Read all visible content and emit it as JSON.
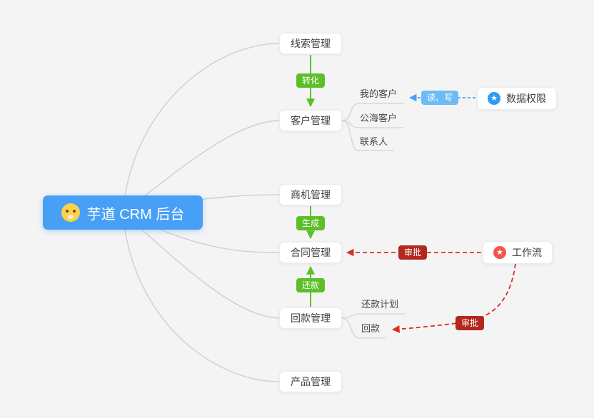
{
  "root": {
    "label": "芋道 CRM 后台"
  },
  "modules": {
    "leads": {
      "label": "线索管理"
    },
    "customers": {
      "label": "客户管理"
    },
    "opportunities": {
      "label": "商机管理"
    },
    "contracts": {
      "label": "合同管理"
    },
    "payments": {
      "label": "回款管理"
    },
    "products": {
      "label": "产品管理"
    }
  },
  "customers_children": [
    {
      "label": "我的客户"
    },
    {
      "label": "公海客户"
    },
    {
      "label": "联系人"
    }
  ],
  "payments_children": [
    {
      "label": "还款计划"
    },
    {
      "label": "回款"
    }
  ],
  "side_nodes": {
    "data_permission": {
      "label": "数据权限"
    },
    "workflow": {
      "label": "工作流"
    }
  },
  "edge_labels": {
    "convert": "转化",
    "generate": "生成",
    "repay": "还款",
    "read_write": "读、写",
    "approve_contract": "审批",
    "approve_payment": "审批"
  },
  "icons": {
    "star": "★"
  },
  "colors": {
    "root_bg": "#47a0f5",
    "green": "#5cbf2a",
    "blue_label": "#6ebbf5",
    "blue_arrow": "#47a0f5",
    "red_label": "#b3271d",
    "red_arrow": "#d7301f",
    "permission_icon": "#2f9bf4",
    "workflow_icon": "#f1574b",
    "canvas_bg": "#f4f4f5"
  }
}
